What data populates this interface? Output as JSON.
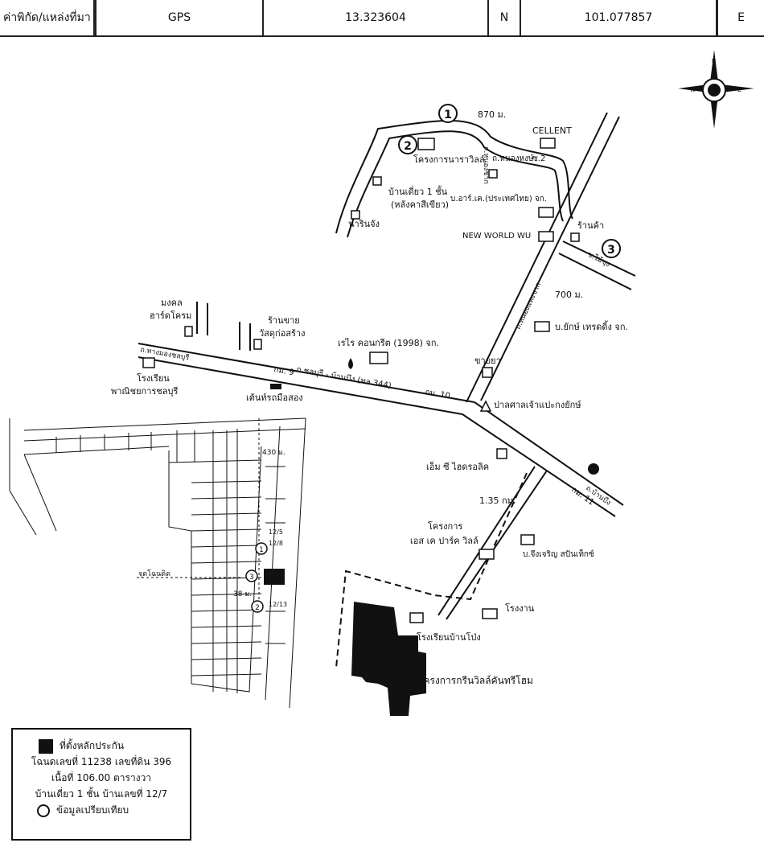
{
  "header": {
    "label": "ค่าพิกัด/แหล่งที่มา",
    "source": "GPS",
    "lat": "13.323604",
    "lat_dir": "N",
    "lon": "101.077857",
    "lon_dir": "E"
  },
  "compass": {
    "n": "N",
    "e": "E",
    "s": "S",
    "w": "W"
  },
  "markers": {
    "m1": "1",
    "m2": "2",
    "m3": "3"
  },
  "roads": {
    "r1": "ถ.ชลบุรี - บ้านบึง (ทล.344)",
    "r2": "ถ.หนองชาก",
    "r3": "ถ.หนองแหงชาก",
    "r4": "ถ.หนองหงษ์",
    "r5": "ซ.2",
    "r6": "ซ.ไม้ซุง",
    "r7": "ถ.บ้านบึง",
    "r8": "ถ.ทางมองชลบุรี"
  },
  "distances": {
    "d1": "870 ม.",
    "d2": "700 ม.",
    "d3": "430 ม.",
    "d4": "1.35 กม.",
    "d5": "38 ม."
  },
  "km": {
    "k1": "กม. 9",
    "k2": "กม. 10",
    "k3": "กม. 11"
  },
  "places": {
    "p1": "โครงการนาราวิลล์",
    "p2": "CELLENT",
    "p3": "บ้านเดี่ยว 1 ชั้น",
    "p3b": "(หลังคาสีเขียว)",
    "p4": "บ.อาร์.เค.(ประเทศไทย) จก.",
    "p5": "นารินจัง",
    "p6": "NEW WORLD WU",
    "p7": "ร้านค้า",
    "p8": "มงคล",
    "p8b": "ฮาร์ดโครม",
    "p9": "ร้านขาย",
    "p9b": "วัสดุก่อสร้าง",
    "p10": "เรไร คอนกรีต (1998) จก.",
    "p11": "บ.ยักษ์ เทรดดิ้ง จก.",
    "p12": "ขายยา",
    "p13": "โรงเรียน",
    "p13b": "พาณิชยการชลบุรี",
    "p14": "เต้นท์รถมือสอง",
    "p15": "ปาลศาลเจ้าแปะกงยักษ์",
    "p16": "เอ็ม ซี ไฮดรอลิค",
    "p17": "โครงการ",
    "p17b": "เอส เค ปาร์ค วิลล์",
    "p18": "บ.จึงเจริญ สปันเท็กซ์",
    "p19": "โรงงาน",
    "p20": "โรงเรียนบ้านโป่ง",
    "p21": "โครงการกรีนวิลล์คันทรีโฮม",
    "p22": "จุดโฉนดิด",
    "lot1": "12/5",
    "lot2": "12/8",
    "lot3": "12/13"
  },
  "legend": {
    "title": "ที่ตั้งหลักประกัน",
    "line1": "โฉนดเลขที่ 11238  เลขที่ดิน 396",
    "line2": "เนื้อที่  106.00  ตารางวา",
    "line3": "บ้านเดี่ยว 1 ชั้น  บ้านเลขที่  12/7",
    "compare": "ข้อมูลเปรียบเทียบ"
  }
}
